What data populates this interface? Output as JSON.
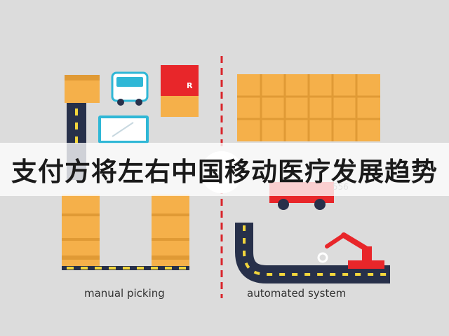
{
  "banner": {
    "title": "支付方将左右中国移动医疗发展趋势"
  },
  "labels": {
    "left_caption": "manual picking",
    "right_caption": "automated system",
    "truck_code": "556",
    "box_letter": "R"
  },
  "colors": {
    "background": "#dcdcdc",
    "box": "#f5b04a",
    "box_dark": "#e09a35",
    "road": "#27304a",
    "road_dash": "#f3d63c",
    "red": "#e8262a",
    "divider": "#d9252b",
    "van": "#2fb7d6"
  },
  "icons": [
    "delivery-van-icon",
    "laptop-icon",
    "robot-arm-icon",
    "forklift-truck-icon"
  ]
}
